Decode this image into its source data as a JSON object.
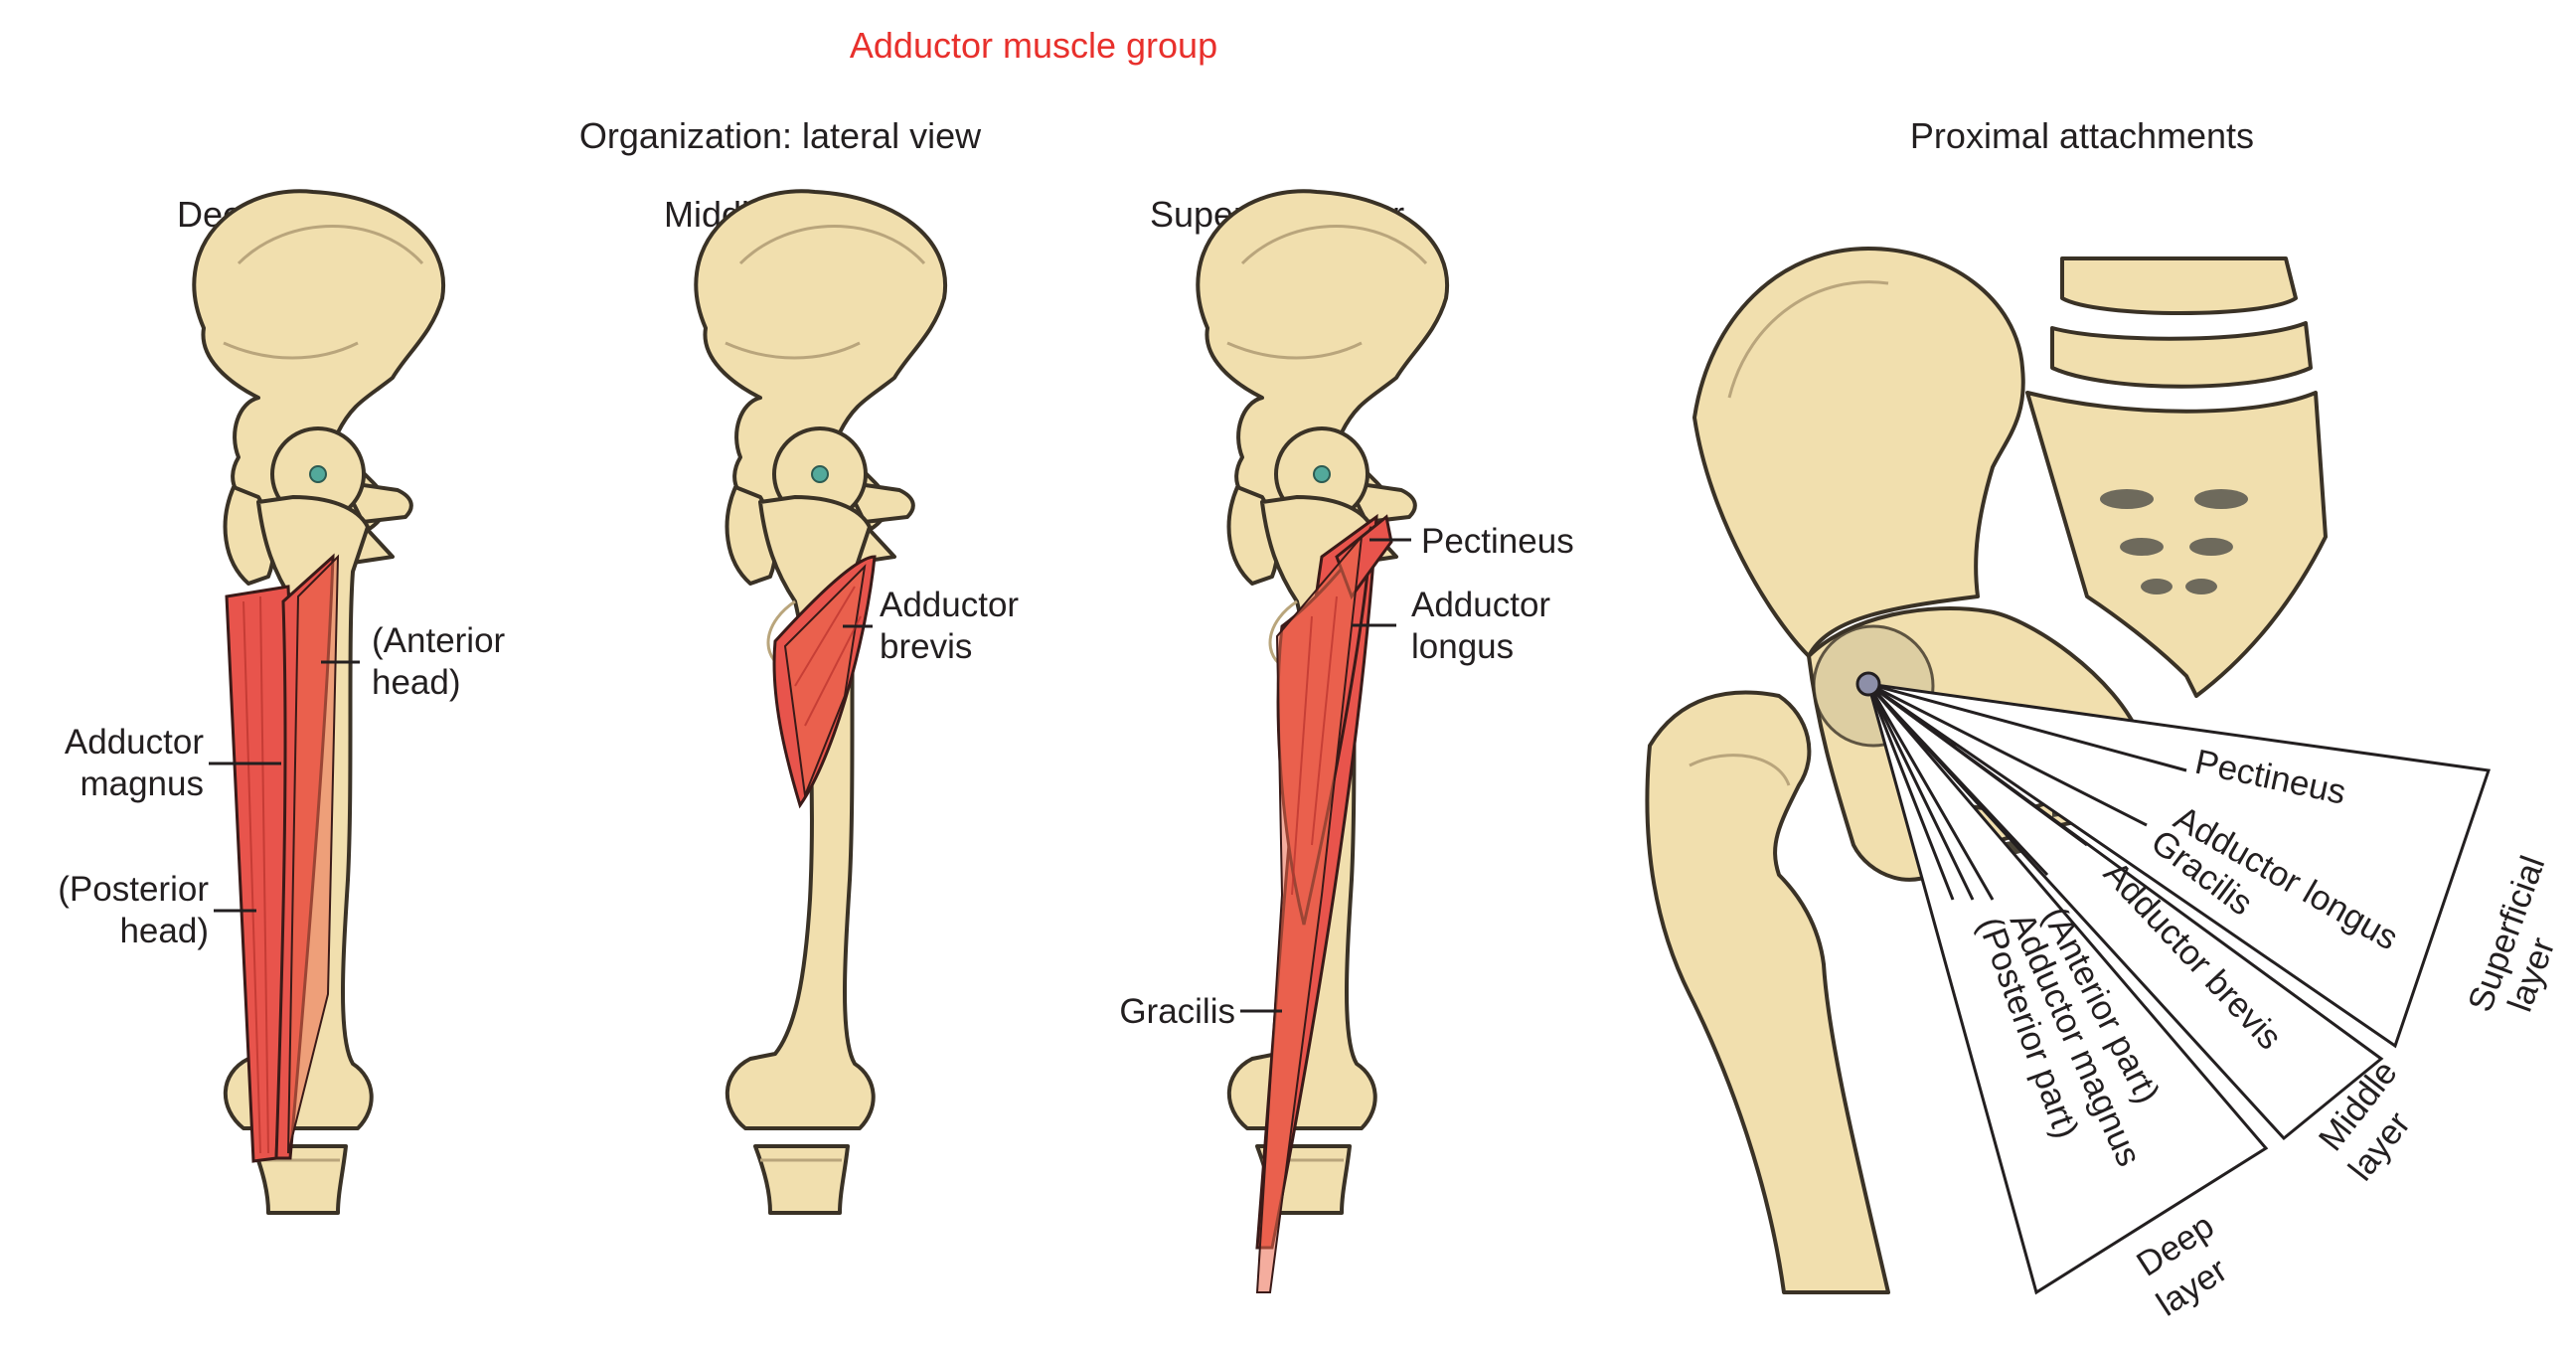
{
  "title": "Adductor muscle group",
  "lateral_view": {
    "heading": "Organization: lateral view",
    "deep": {
      "heading": "Deep layer",
      "anterior_1": "(Anterior",
      "anterior_2": "head)",
      "adductor_1": "Adductor",
      "adductor_2": "magnus",
      "posterior_1": "(Posterior",
      "posterior_2": "head)"
    },
    "middle": {
      "heading": "Middle layer",
      "brevis_1": "Adductor",
      "brevis_2": "brevis"
    },
    "superficial": {
      "heading": "Superficial layer",
      "pectineus": "Pectineus",
      "longus_1": "Adductor",
      "longus_2": "longus",
      "gracilis": "Gracilis"
    }
  },
  "proximal": {
    "heading": "Proximal attachments",
    "labels": {
      "pectineus": "Pectineus",
      "adductor_longus": "Adductor longus",
      "gracilis": "Gracilis",
      "adductor_brevis": "Adductor brevis",
      "anterior_part": "(Anterior part)",
      "adductor_magnus": "Adductor magnus",
      "posterior_part": "(Posterior part)"
    },
    "layers": {
      "superficial_1": "Superficial",
      "superficial_2": "layer",
      "middle_1": "Middle",
      "middle_2": "layer",
      "deep_1": "Deep",
      "deep_2": "layer"
    }
  },
  "colors": {
    "title": "#e8302c",
    "muscle": "#e8544c",
    "bone": "#f1dfae"
  }
}
